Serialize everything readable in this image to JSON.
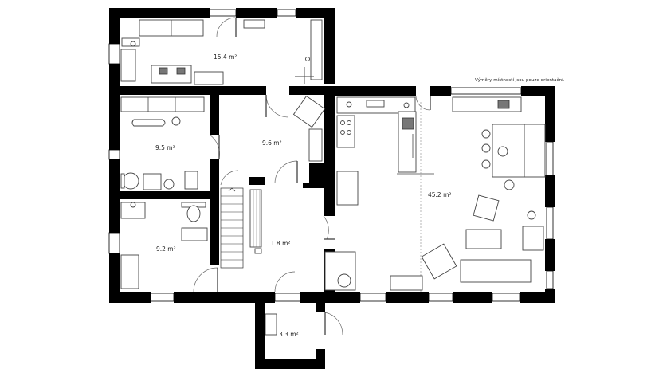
{
  "note": "Výměry místností jsou pouze orientační.",
  "rooms": {
    "r1": "15.4 m²",
    "r2": "9.5 m²",
    "r3": "9.6 m²",
    "r4": "9.2 m²",
    "r5": "11.8 m²",
    "r6": "45.2 m²",
    "r7": "3.3 m²"
  }
}
